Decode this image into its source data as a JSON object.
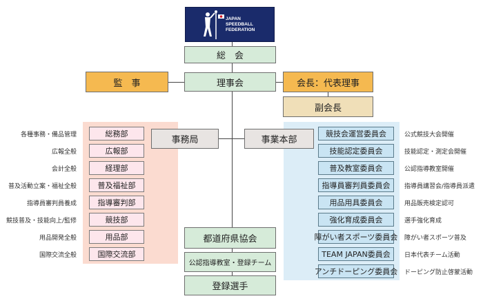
{
  "logo": {
    "lines": [
      "JAPAN",
      "SPEEDBALL",
      "FEDERATION"
    ],
    "icon": "speedball-player-icon",
    "colors": {
      "bg": "#1a2b6b",
      "flag_red": "#d01020"
    }
  },
  "top": {
    "general_assembly": "総　会",
    "board": "理事会",
    "auditor": "監　事",
    "president": "会長：代表理事",
    "vice_president": "副会長"
  },
  "branches": {
    "secretariat": "事務局",
    "business_hq": "事業本部"
  },
  "left": {
    "depts": [
      "総務部",
      "広報部",
      "経理部",
      "普及福祉部",
      "指導審判部",
      "競技部",
      "用品部",
      "国際交流部"
    ],
    "labels": [
      "各種事務・備品管理",
      "広報全般",
      "会計全般",
      "普及活動立案・福祉全般",
      "指導員審判員養成",
      "競技普及・技能向上/監修",
      "用品開発全般",
      "国際交流全般"
    ]
  },
  "right": {
    "committees": [
      "競技会運営委員会",
      "技能認定委員会",
      "普及教室委員会",
      "指導員審判員委員会",
      "用品用具委員会",
      "強化育成委員会",
      "障がい者スポーツ委員会",
      "TEAM JAPAN委員会",
      "アンチドーピング委員会"
    ],
    "labels": [
      "公式競技大会開催",
      "技能認定・測定会開催",
      "公認指導教室開催",
      "指導員講習会/指導員派遣",
      "用品販売検定認可",
      "選手強化育成",
      "障がい者スポーツ普及",
      "日本代表チーム活動",
      "ドーピング防止啓蒙活動"
    ]
  },
  "bottom": {
    "prefectural": "都道府県協会",
    "certified_team": "公認指導教室・登録チーム",
    "registered_players": "登録選手"
  }
}
